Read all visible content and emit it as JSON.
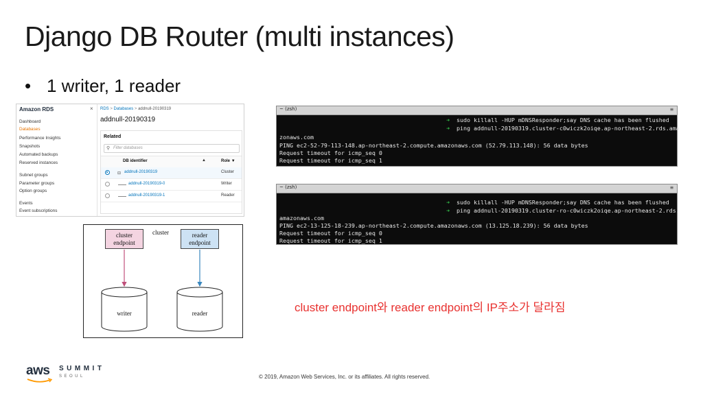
{
  "slide": {
    "title": "Django DB Router (multi instances)",
    "bullet_symbol": "•",
    "bullet": "1 writer, 1 reader",
    "note": "cluster endpoint와 reader endpoint의 IP주소가 달라짐",
    "note_color": "#e8312f",
    "copyright": "© 2019, Amazon Web Services, Inc. or its affiliates. All rights reserved."
  },
  "logo": {
    "aws": "aws",
    "summit": "SUMMIT",
    "seoul": "SEOUL"
  },
  "rds_console": {
    "sidebar_title": "Amazon RDS",
    "close_icon": "×",
    "sidebar_items": [
      "Dashboard",
      "Databases",
      "Performance Insights",
      "Snapshots",
      "Automated backups",
      "Reserved instances",
      "Subnet groups",
      "Parameter groups",
      "Option groups",
      "Events",
      "Event subscriptions"
    ],
    "active_item": "Databases",
    "breadcrumb": [
      "RDS",
      "Databases",
      "addnull-20190319"
    ],
    "breadcrumb_sep": ">",
    "db_name": "addnull-20190319",
    "related_title": "Related",
    "filter_icon": "search-icon",
    "filter_placeholder": "Filter databases",
    "columns": [
      "DB identifier",
      "Role"
    ],
    "sort_indicator": "▲",
    "role_sort_indicator": "▼",
    "rows": [
      {
        "name": "addnull-20190319",
        "role": "Cluster",
        "selected": true,
        "expand": "⊟"
      },
      {
        "name": "addnull-20190319-0",
        "role": "Writer",
        "selected": false
      },
      {
        "name": "addnull-20190319-1",
        "role": "Reader",
        "selected": false
      }
    ]
  },
  "terminals": [
    {
      "title": "~ (zsh)",
      "menu_icon": "≡",
      "commands": [
        "sudo killall -HUP mDNSResponder;say DNS cache has been flushed",
        "ping addnull-20190319.cluster-c0wiczk2oiqe.ap-northeast-2.rds.ama"
      ],
      "arrow": "➜",
      "output": [
        "zonaws.com",
        "PING ec2-52-79-113-148.ap-northeast-2.compute.amazonaws.com (52.79.113.148): 56 data bytes",
        "Request timeout for icmp_seq 0",
        "Request timeout for icmp_seq 1"
      ]
    },
    {
      "title": "~ (zsh)",
      "menu_icon": "≡",
      "commands": [
        "sudo killall -HUP mDNSResponder;say DNS cache has been flushed",
        "ping addnull-20190319.cluster-ro-c0wiczk2oiqe.ap-northeast-2.rds."
      ],
      "arrow": "➜",
      "output": [
        "amazonaws.com",
        "PING ec2-13-125-18-239.ap-northeast-2.compute.amazonaws.com (13.125.18.239): 56 data bytes",
        "Request timeout for icmp_seq 0",
        "Request timeout for icmp_seq 1"
      ]
    }
  ],
  "diagram": {
    "cluster_endpoint": [
      "cluster",
      "endpoint"
    ],
    "cluster_label": "cluster",
    "reader_endpoint": [
      "reader",
      "endpoint"
    ],
    "writer": "writer",
    "reader": "reader",
    "colors": {
      "cluster_endpoint_fill": "#f4d4e1",
      "reader_endpoint_fill": "#cde2f4",
      "writer_arrow": "#c0507a",
      "reader_arrow": "#3a87bf"
    }
  }
}
